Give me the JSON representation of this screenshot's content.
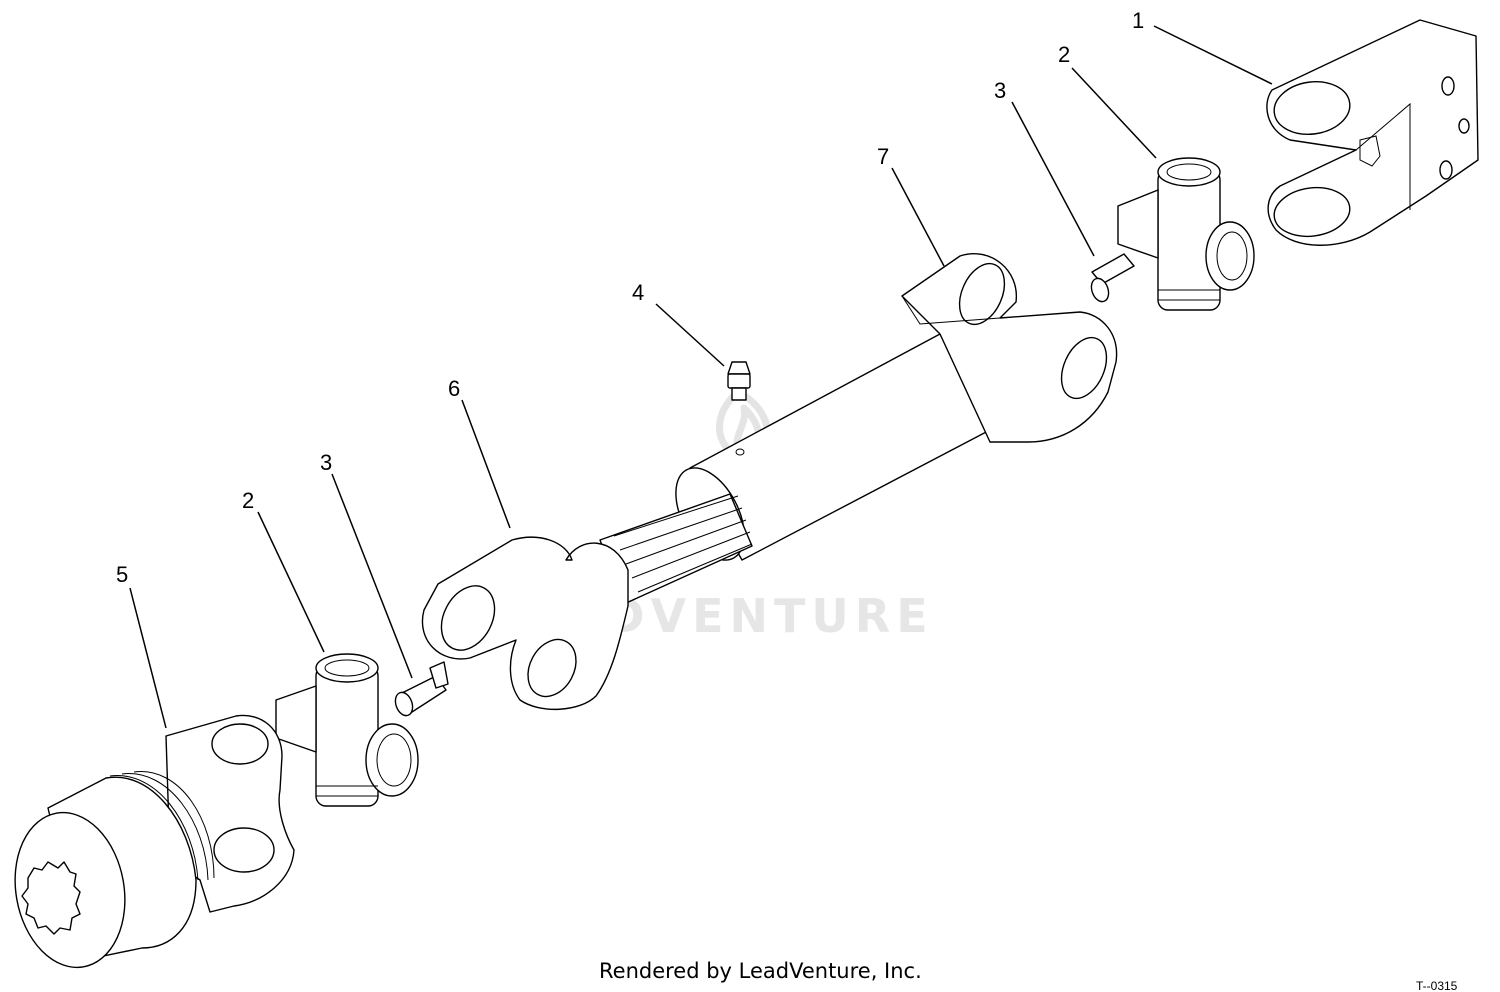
{
  "callouts": [
    {
      "id": "1",
      "label": "1"
    },
    {
      "id": "2a",
      "label": "2"
    },
    {
      "id": "3a",
      "label": "3"
    },
    {
      "id": "7",
      "label": "7"
    },
    {
      "id": "4",
      "label": "4"
    },
    {
      "id": "6",
      "label": "6"
    },
    {
      "id": "3b",
      "label": "3"
    },
    {
      "id": "2b",
      "label": "2"
    },
    {
      "id": "5",
      "label": "5"
    }
  ],
  "watermark": {
    "text": "LEADVENTURE"
  },
  "footer": {
    "credit": "Rendered by LeadVenture, Inc.",
    "drawing_code": "T--0315"
  }
}
